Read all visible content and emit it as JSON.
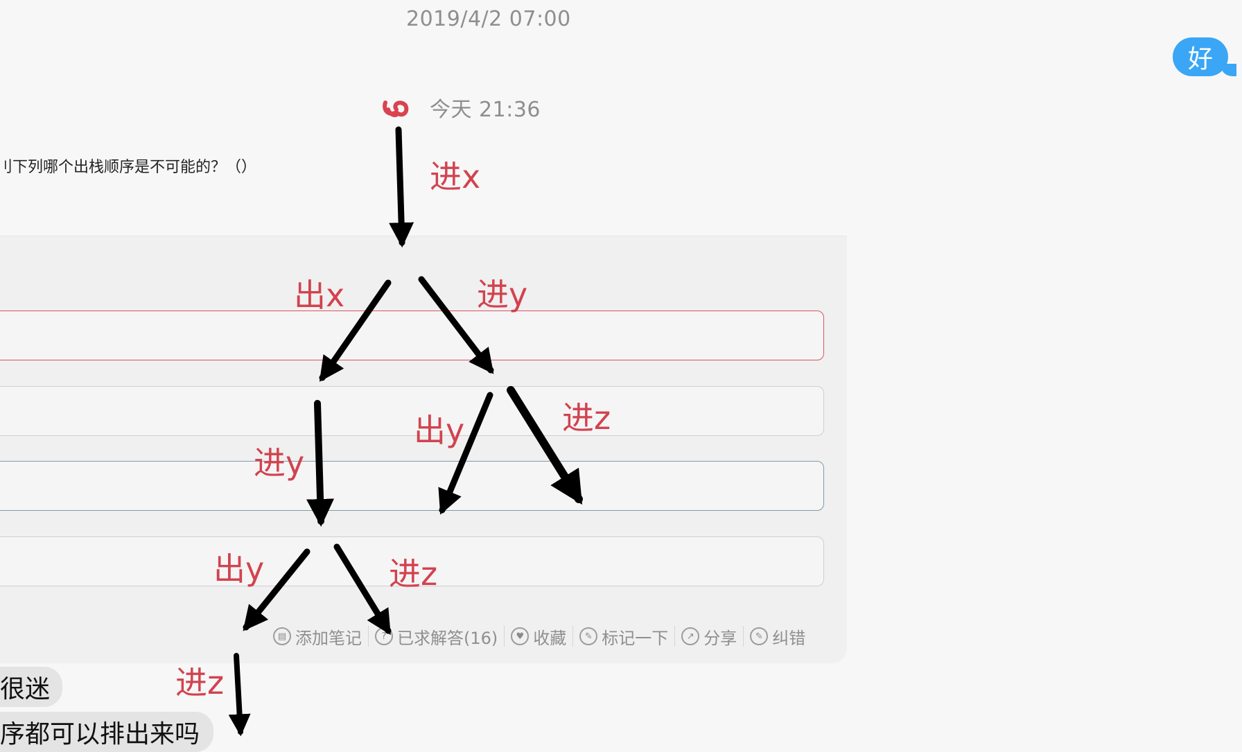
{
  "chat": {
    "timestamp_1": "2019/4/2 07:00",
    "timestamp_2": "今天 21:36",
    "outgoing_message": "好",
    "incoming_messages": [
      "很迷",
      "序都可以排出来吗"
    ]
  },
  "question": {
    "text": "刂下列哪个出栈顺序是不可能的？（）"
  },
  "toolbar": {
    "items": [
      {
        "label": "添加笔记",
        "icon": "notebook-icon"
      },
      {
        "label": "已求解答(16)",
        "icon": "question-icon"
      },
      {
        "label": "收藏",
        "icon": "heart-icon"
      },
      {
        "label": "标记一下",
        "icon": "pencil-icon"
      },
      {
        "label": "分享",
        "icon": "share-icon"
      },
      {
        "label": "纠错",
        "icon": "edit-icon"
      }
    ]
  },
  "annotations": {
    "push_x": "进x",
    "pop_x": "出x",
    "push_y_right": "进y",
    "pop_y_mid": "出y",
    "push_z_right": "进z",
    "push_y_left": "进y",
    "pop_y_left": "出y",
    "push_z_mid": "进z",
    "push_z_bottom": "进z"
  },
  "colors": {
    "annotation": "#d1434f",
    "outgoing_bubble": "#3aa6f5",
    "incoming_bubble": "#e4e4e4",
    "correct_option_border": "#d9535e",
    "selected_option_border": "#7d9aa6"
  }
}
